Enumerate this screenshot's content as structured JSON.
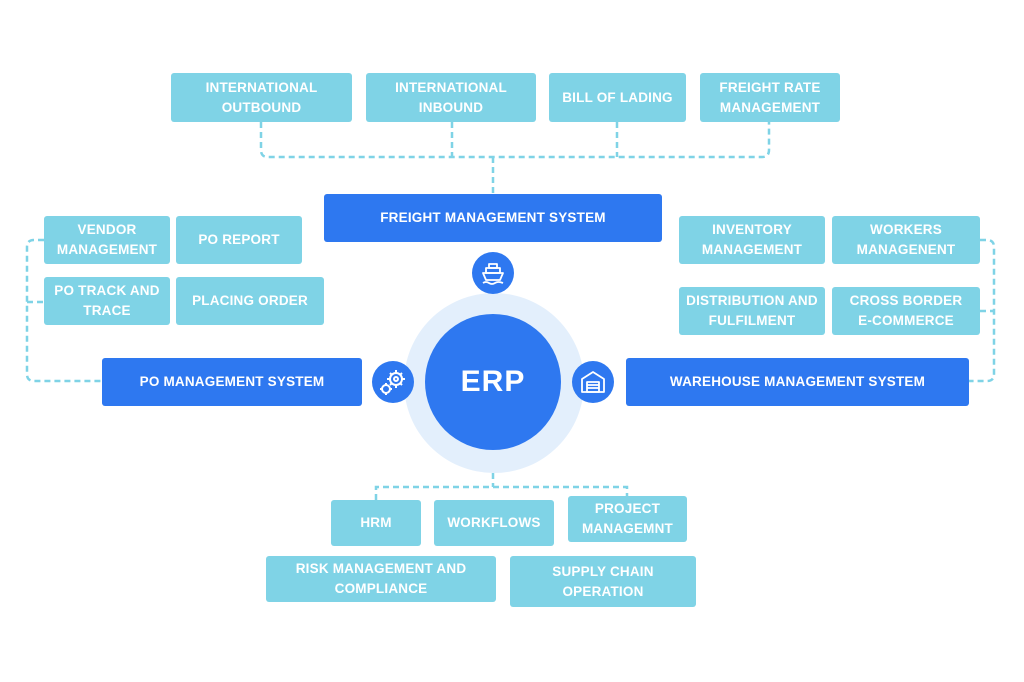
{
  "center": {
    "label": "ERP"
  },
  "systems": {
    "freight": "FREIGHT MANAGEMENT SYSTEM",
    "po": "PO MANAGEMENT SYSTEM",
    "warehouse": "WAREHOUSE MANAGEMENT SYSTEM"
  },
  "freight_items": {
    "intl_outbound": "INTERNATIONAL OUTBOUND",
    "intl_inbound": "INTERNATIONAL INBOUND",
    "bill_of_lading": "BILL OF LADING",
    "freight_rate": "FREIGHT RATE MANAGEMENT"
  },
  "po_items": {
    "vendor": "VENDOR MANAGEMENT",
    "po_report": "PO REPORT",
    "po_track": "PO TRACK AND TRACE",
    "placing_order": "PLACING ORDER"
  },
  "warehouse_items": {
    "inventory": "INVENTORY MANAGEMENT",
    "workers": "WORKERS MANAGENENT",
    "distribution": "DISTRIBUTION AND FULFILMENT",
    "cross_border": "CROSS BORDER E-COMMERCE"
  },
  "erp_items": {
    "hrm": "HRM",
    "workflows": "WORKFLOWS",
    "project": "PROJECT MANAGEMNT",
    "risk": "RISK MANAGEMENT AND COMPLIANCE",
    "supply_chain": "SUPPLY CHAIN OPERATION"
  },
  "icons": [
    "ship-icon",
    "gears-icon",
    "warehouse-icon"
  ],
  "colors": {
    "primary": "#2e78f0",
    "secondary": "#7fd3e6",
    "ring": "#e3effc",
    "connector": "#7fd3e6"
  }
}
